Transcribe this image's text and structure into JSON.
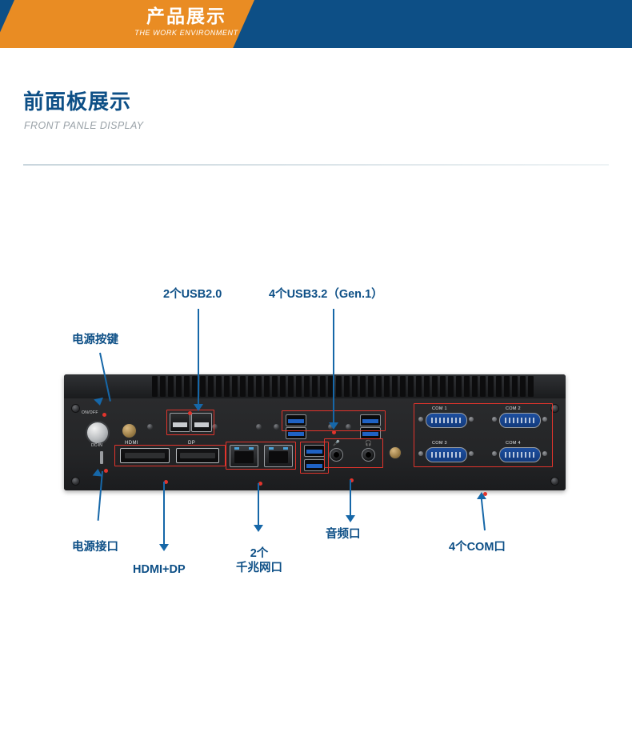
{
  "banner": {
    "title": "产品展示",
    "subtitle": "THE WORK ENVIRONMENT",
    "bg_color": "#0d4f86",
    "accent_color": "#e98c23"
  },
  "section": {
    "title": "前面板展示",
    "subtitle": "FRONT PANLE DISPLAY",
    "title_color": "#0d4f86",
    "subtitle_color": "#9aa2a8"
  },
  "annotations": {
    "power_button": "电源按键",
    "usb2": "2个USB2.0",
    "usb3": "4个USB3.2（Gen.1）",
    "power_jack": "电源接口",
    "hdmi_dp": "HDMI+DP",
    "lan_line1": "2个",
    "lan_line2": "千兆网口",
    "audio": "音频口",
    "com": "4个COM口",
    "color": "#0d4f86",
    "arrow_color": "#1667a8",
    "marker_color": "#e2342c"
  },
  "device": {
    "power_label": "ON/OFF",
    "dcin_label": "DC-IN",
    "hdmi_label": "HDMI",
    "dp_label": "DP",
    "com_ports": [
      "COM 1",
      "COM 2",
      "COM 3",
      "COM 4"
    ]
  }
}
